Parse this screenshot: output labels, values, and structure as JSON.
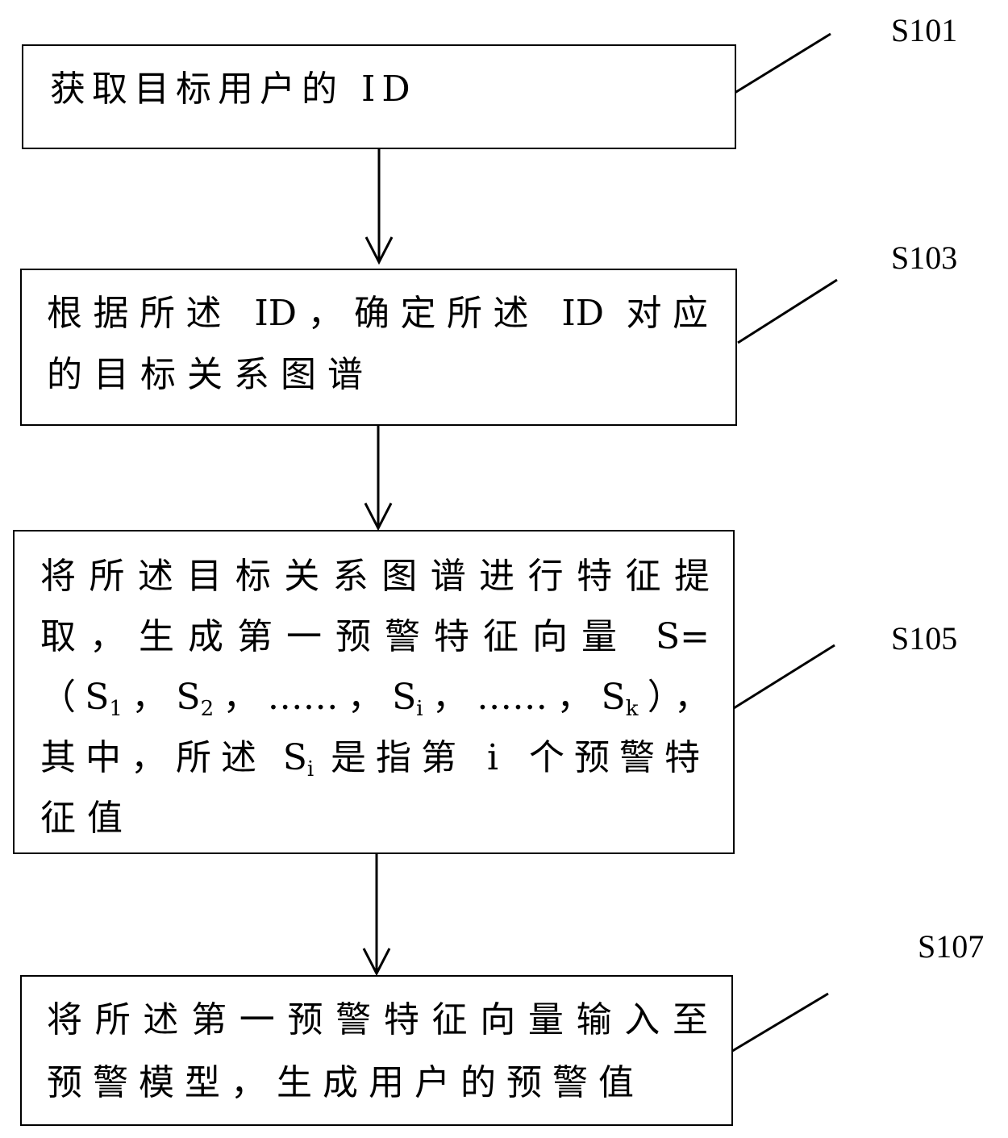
{
  "steps": [
    {
      "label": "S101",
      "lines": [
        "获取目标用户的 ID"
      ]
    },
    {
      "label": "S103",
      "lines": [
        "根据所述 ID，确定所述 ID 对应",
        "的目标关系图谱"
      ]
    },
    {
      "label": "S105",
      "lines": [
        "将所述目标关系图谱进行特征提",
        "取，生成第一预警特征向量 S=",
        "其中，所述",
        "是指第 i 个预警特",
        "征值"
      ],
      "vector_parts": [
        "（S",
        "1",
        "，S",
        "2",
        "，……，S",
        "i",
        "，……，S",
        "k",
        "），"
      ],
      "si_parts": [
        "S",
        "i"
      ]
    },
    {
      "label": "S107",
      "lines": [
        "将所述第一预警特征向量输入至",
        "预警模型，生成用户的预警值"
      ]
    }
  ]
}
